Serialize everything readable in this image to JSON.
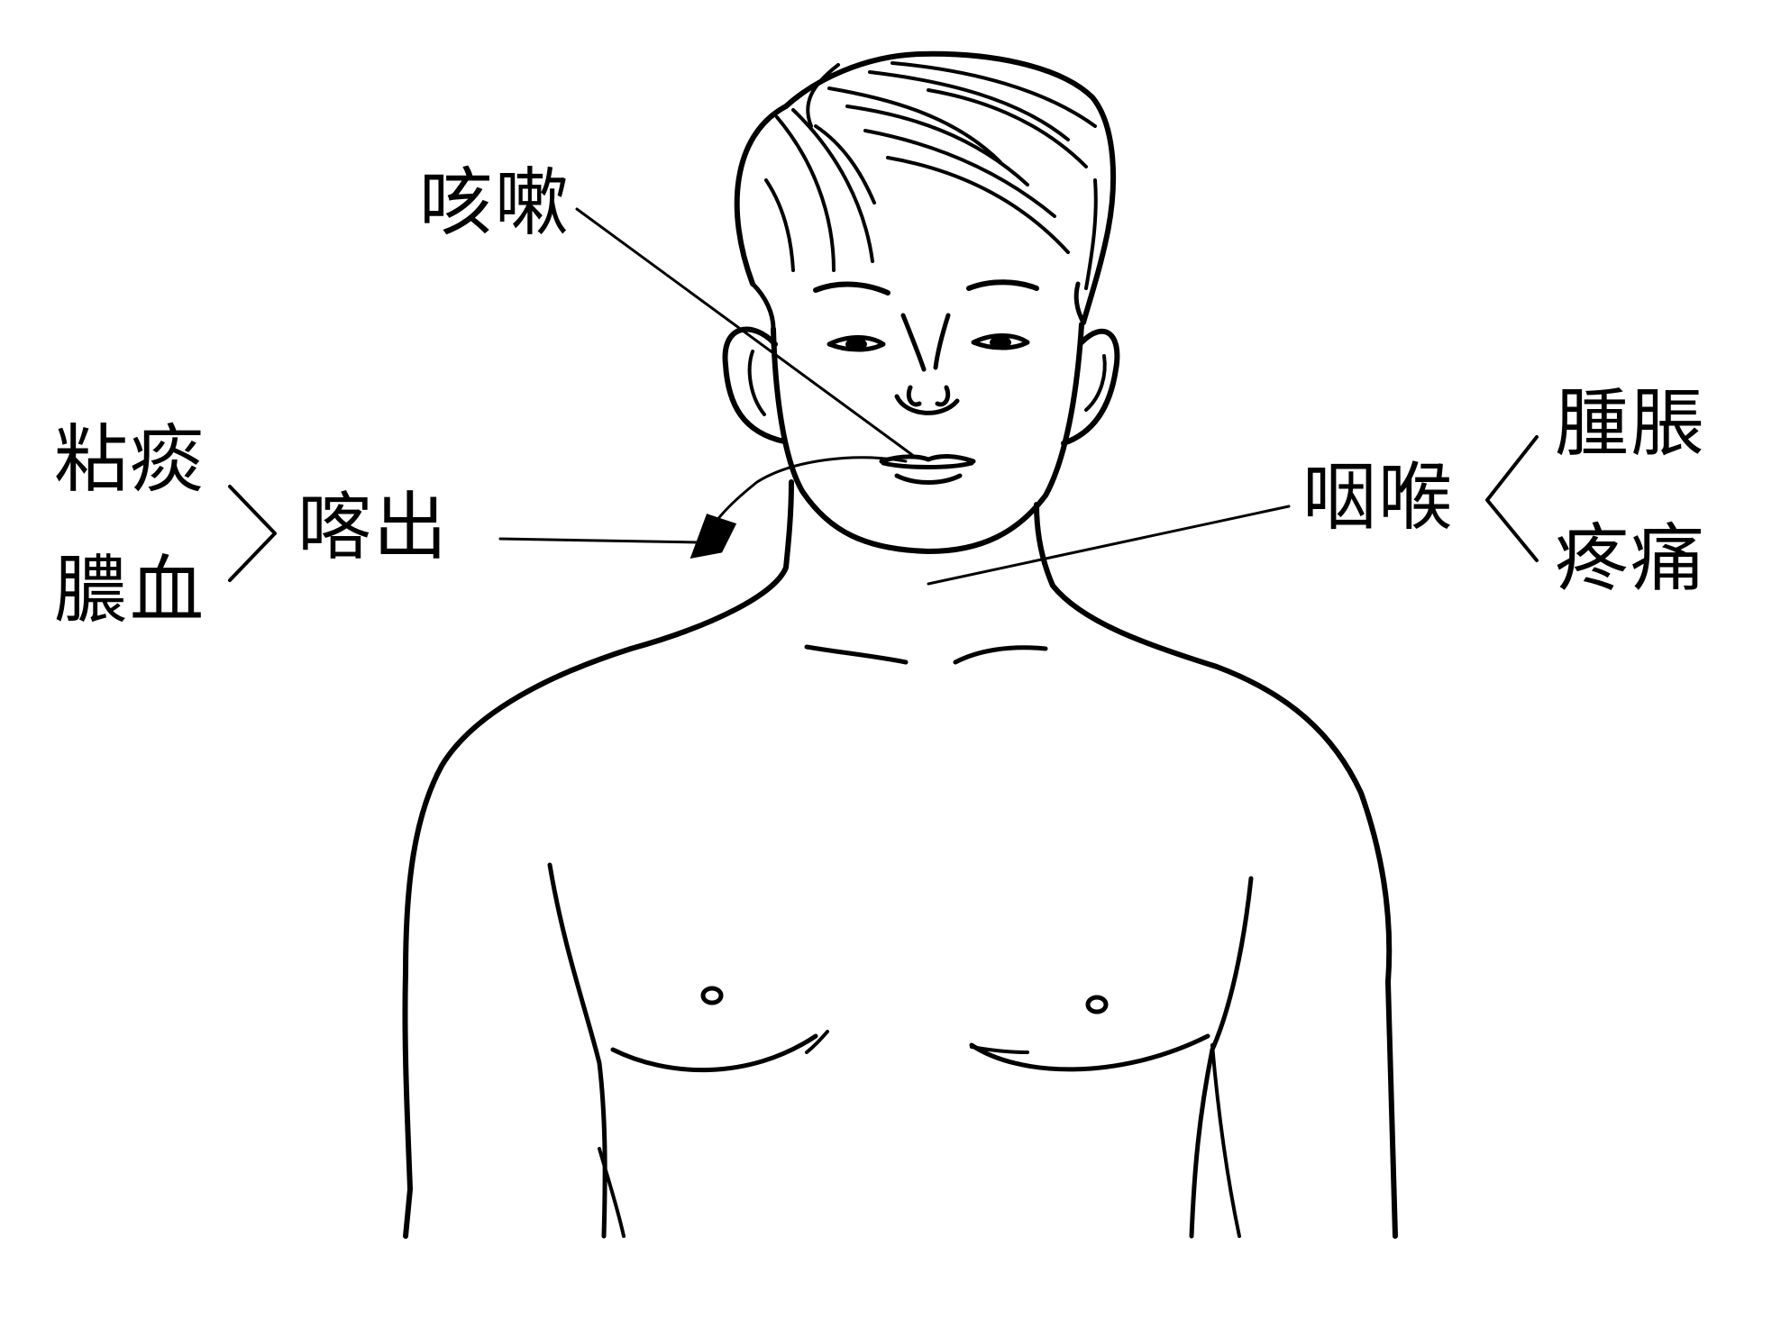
{
  "labels": {
    "cough": "咳嗽",
    "sticky_phlegm": "粘痰",
    "pus_blood": "膿血",
    "expectorate": "喀出",
    "throat": "咽喉",
    "swelling": "腫脹",
    "pain": "疼痛"
  },
  "colors": {
    "ink": "#000000",
    "paper": "#ffffff"
  }
}
